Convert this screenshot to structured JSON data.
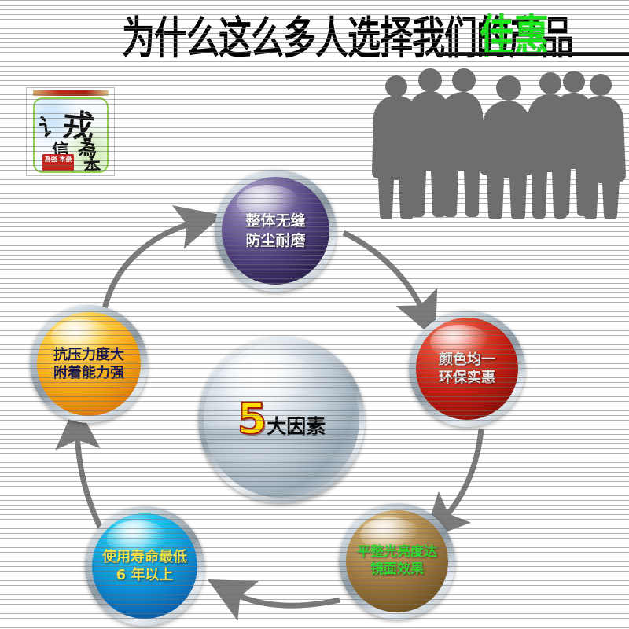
{
  "header": {
    "headline": "为什么这么多人选择我们的产品",
    "brand": "佳惠",
    "rule": "horizontal-rule"
  },
  "logo": {
    "alt": "诚信为本",
    "char1": "讠",
    "char2": "戎",
    "char3": "信",
    "char4": "為",
    "char5": "本",
    "seal": "為强\n本豪"
  },
  "people": {
    "alt": "group-of-people-silhouette",
    "count": 7,
    "color": "#6e6e6e"
  },
  "center": {
    "number": "5",
    "suffix": "大因素",
    "number_color": "#ffdd00",
    "number_outline": "#a31a00",
    "suffix_color": "#0a0a0a"
  },
  "spheres": [
    {
      "id": "purple",
      "label": "整体无缝\n防尘耐磨",
      "color": "#4b3a78",
      "text_color": "#ffffff",
      "position": "top"
    },
    {
      "id": "red",
      "label": "颜色均一\n环保实惠",
      "color": "#c21d10",
      "text_color": "#e8e8e8",
      "position": "right"
    },
    {
      "id": "bronze",
      "label": "平整光亮度达\n镜面效果",
      "color": "#9a7438",
      "text_color": "#2fdd2f",
      "position": "bottom-right"
    },
    {
      "id": "cyan",
      "label": "使用寿命最低\n6 年以上",
      "color": "#0a8fd6",
      "text_color": "#f3e24a",
      "position": "bottom-left"
    },
    {
      "id": "orange",
      "label": "抗压力度大\n附着能力强",
      "color": "#f5a515",
      "text_color": "#14154a",
      "position": "left"
    }
  ],
  "arrows": [
    {
      "id": "orange-to-purple",
      "from": "orange",
      "to": "purple"
    },
    {
      "id": "purple-to-red",
      "from": "purple",
      "to": "red"
    },
    {
      "id": "red-to-bronze",
      "from": "red",
      "to": "bronze"
    },
    {
      "id": "bronze-to-cyan",
      "from": "bronze",
      "to": "cyan"
    },
    {
      "id": "cyan-to-orange",
      "from": "cyan",
      "to": "orange"
    }
  ],
  "colors": {
    "arrow": "#7b7b7b",
    "background": "#ffffff",
    "scanline": "#6e6e6e",
    "brand_green": "#18e818"
  }
}
